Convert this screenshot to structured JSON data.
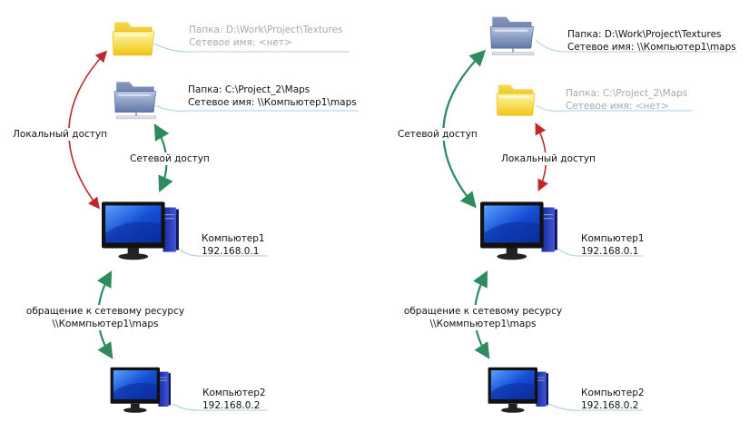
{
  "left": {
    "folder_top": {
      "path": "Папка: D:\\Work\\Project\\Textures",
      "share": "Сетевое имя: <нет>",
      "shared": false
    },
    "folder_bottom": {
      "path": "Папка: C:\\Project_2\\Maps",
      "share": "Сетевое имя: \\\\Компьютер1\\maps",
      "shared": true
    },
    "local_access_label": "Локальный доступ",
    "network_access_label": "Сетевой доступ",
    "computer1": {
      "name": "Компьютер1",
      "ip": "192.168.0.1"
    },
    "request_label_line1": "обращение к сетевому ресурсу",
    "request_label_line2": "\\\\Коммпьютер1\\maps",
    "computer2": {
      "name": "Компьютер2",
      "ip": "192.168.0.2"
    }
  },
  "right": {
    "folder_top": {
      "path": "Папка: D:\\Work\\Project\\Textures",
      "share": "Сетевое имя: \\\\Компьютер1\\maps",
      "shared": true
    },
    "folder_bottom": {
      "path": "Папка: C:\\Project_2\\Maps",
      "share": "Сетевое имя: <нет>",
      "shared": false
    },
    "network_access_label": "Сетевой доступ",
    "local_access_label": "Локальный доступ",
    "computer1": {
      "name": "Компьютер1",
      "ip": "192.168.0.1"
    },
    "request_label_line1": "обращение к сетевому ресурсу",
    "request_label_line2": "\\\\Коммпьютер1\\maps",
    "computer2": {
      "name": "Компьютер2",
      "ip": "192.168.0.2"
    }
  },
  "colors": {
    "local_arrow": "#c0282d",
    "network_arrow": "#2e8b5e",
    "leader_line": "#a9cde3"
  }
}
